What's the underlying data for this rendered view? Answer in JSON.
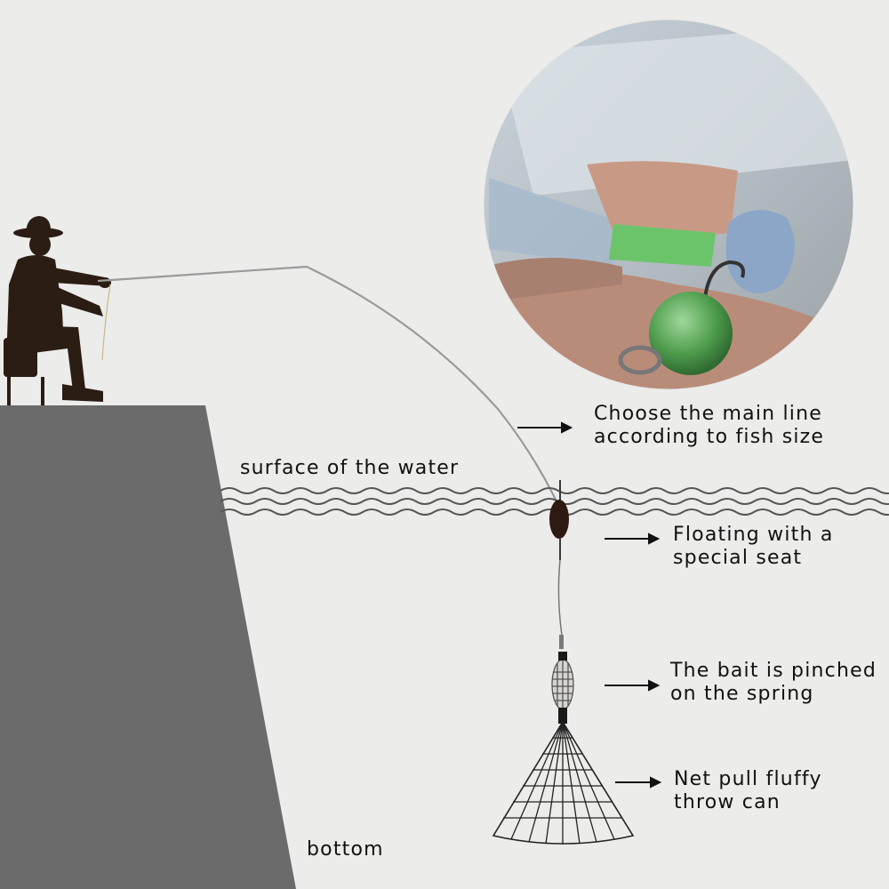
{
  "labels": {
    "surface": "surface of the water",
    "bottom": "bottom",
    "main_line": [
      "Choose the main line",
      "according to fish size"
    ],
    "float": [
      "Floating with a",
      "special seat"
    ],
    "bait": [
      "The bait is pinched",
      "on the spring"
    ],
    "net": [
      "Net pull fluffy",
      "throw can"
    ]
  },
  "icons": {
    "fisherman": "fisherman-silhouette-icon",
    "inset_photo": "hand-holding-bait-ball-photo",
    "arrow": "arrow-right-icon"
  },
  "colors": {
    "background": "#ececea",
    "cliff": "#6b6b6b",
    "silhouette": "#2b1d14",
    "line": "#aaaaaa",
    "text": "#111111"
  }
}
